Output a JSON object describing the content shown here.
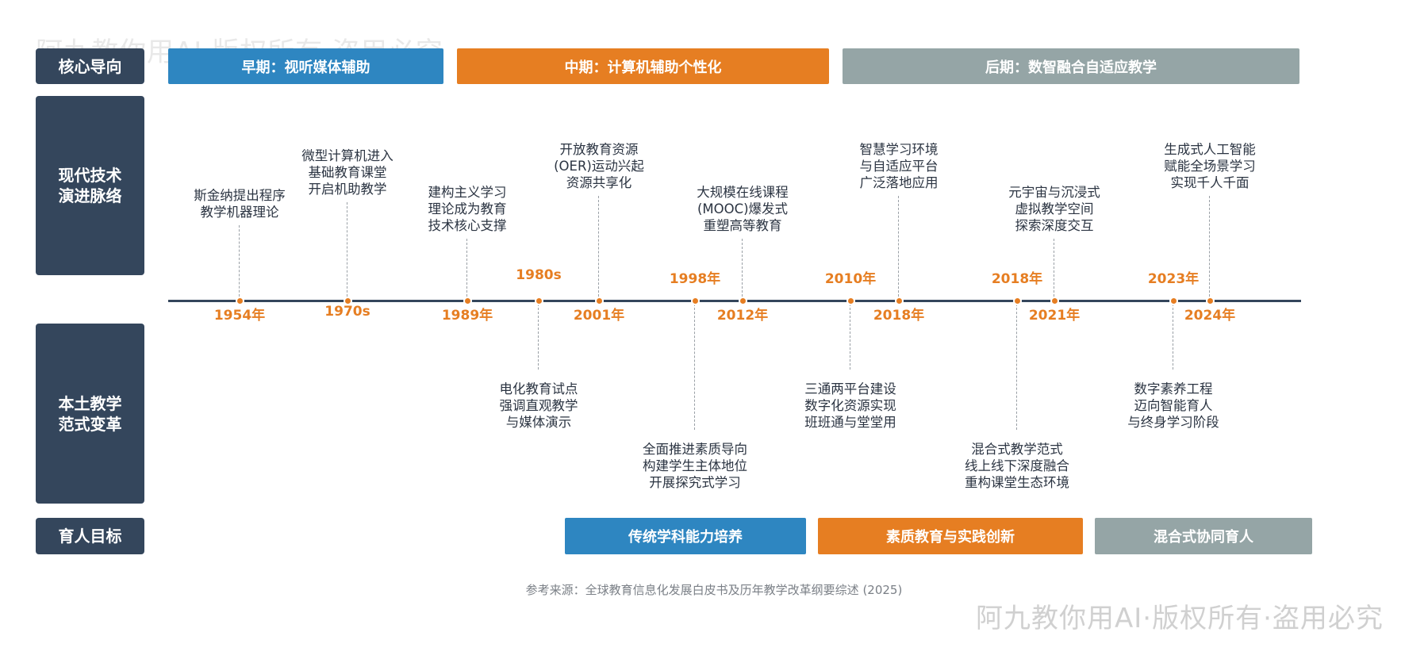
{
  "watermark": "阿九教你用AI·版权所有·盗用必究",
  "rows": {
    "core": "核心导向",
    "tech": "现代技术\n演进脉络",
    "paradigm": "本土教学\n范式变革",
    "goal": "育人目标"
  },
  "phases": [
    {
      "label": "早期：视听媒体辅助",
      "color": "#2e86c1"
    },
    {
      "label": "中期：计算机辅助个性化",
      "color": "#e67e22"
    },
    {
      "label": "后期：数智融合自适应教学",
      "color": "#95a5a6"
    }
  ],
  "goals": [
    {
      "label": "传统学科能力培养",
      "color": "#2e86c1"
    },
    {
      "label": "素质教育与实践创新",
      "color": "#e67e22"
    },
    {
      "label": "混合式协同育人",
      "color": "#95a5a6"
    }
  ],
  "tech_events": [
    {
      "year": "1954年",
      "text": "斯金纳提出程序\n教学机器理论"
    },
    {
      "year": "1970s",
      "text": "微型计算机进入\n基础教育课堂\n开启机助教学"
    },
    {
      "year": "1989年",
      "text": "建构主义学习\n理论成为教育\n技术核心支撑"
    },
    {
      "year": "2001年",
      "text": "开放教育资源\n(OER)运动兴起\n资源共享化"
    },
    {
      "year": "2012年",
      "text": "大规模在线课程\n(MOOC)爆发式\n重塑高等教育"
    },
    {
      "year": "2018年",
      "text": "智慧学习环境\n与自适应平台\n广泛落地应用"
    },
    {
      "year": "2021年",
      "text": "元宇宙与沉浸式\n虚拟教学空间\n探索深度交互"
    },
    {
      "year": "2024年",
      "text": "生成式人工智能\n赋能全场景学习\n实现千人千面"
    }
  ],
  "paradigm_events": [
    {
      "year": "1980s",
      "text": "电化教育试点\n强调直观教学\n与媒体演示"
    },
    {
      "year": "1998年",
      "text": "全面推进素质导向\n构建学生主体地位\n开展探究式学习"
    },
    {
      "year": "2010年",
      "text": "三通两平台建设\n数字化资源实现\n班班通与堂堂用"
    },
    {
      "year": "2018年",
      "text": "混合式教学范式\n线上线下深度融合\n重构课堂生态环境"
    },
    {
      "year": "2023年",
      "text": "数字素养工程\n迈向智能育人\n与终身学习阶段"
    }
  ],
  "source": "参考来源：全球教育信息化发展白皮书及历年教学改革纲要综述 (2025)",
  "colors": {
    "accent": "#e67e22",
    "navy": "#34465c",
    "blue": "#2e86c1",
    "gray": "#95a5a6"
  }
}
